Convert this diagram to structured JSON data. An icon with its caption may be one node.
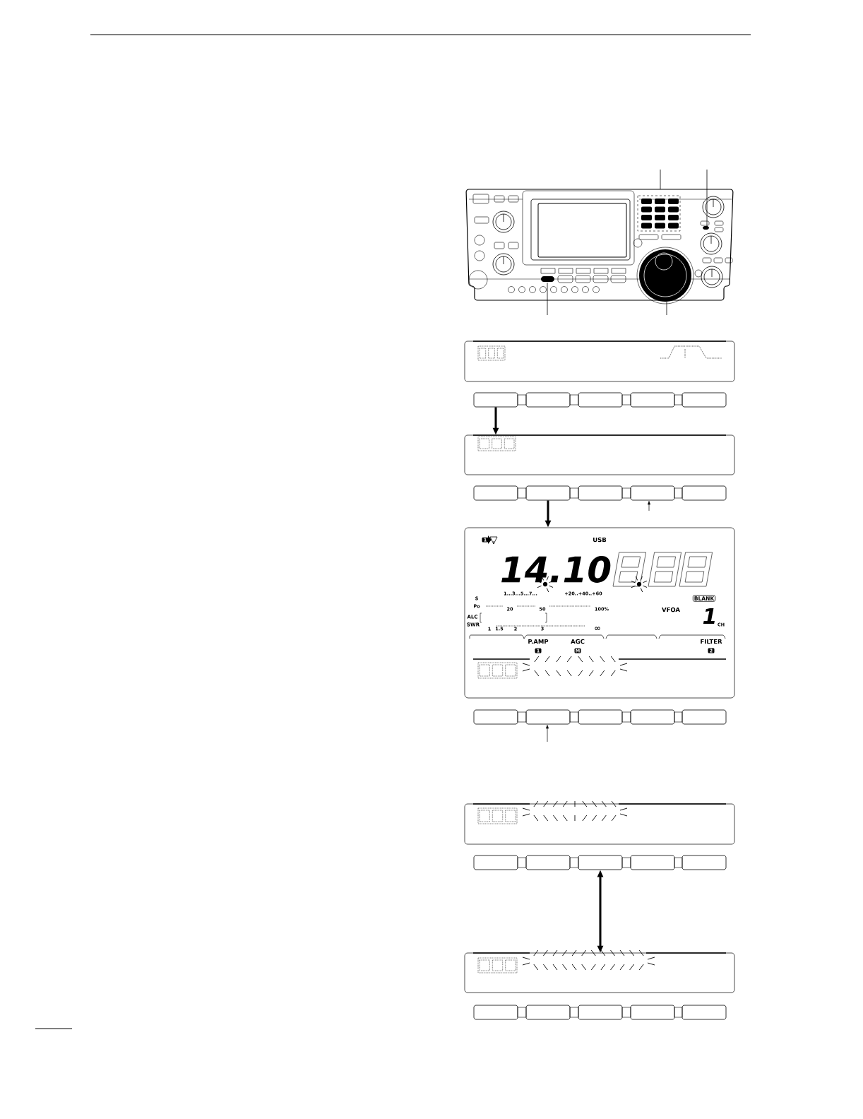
{
  "diagram": {
    "nodes": [
      {
        "text": [],
        "shape": "box"
      },
      {
        "text": [],
        "shape": "box"
      },
      {
        "text": [],
        "shape": "box"
      },
      {
        "text": [],
        "shape": "box"
      },
      {
        "text": [],
        "shape": "box"
      },
      {
        "text": [],
        "shape": "box"
      },
      {
        "text": [],
        "shape": "box"
      },
      {
        "text": [],
        "shape": "box"
      },
      {
        "text": [],
        "shape": "box"
      },
      {
        "text": [],
        "shape": "box"
      },
      {
        "text": [],
        "shape": "box"
      },
      {
        "text": [],
        "shape": "box"
      },
      {
        "text": [
          "1",
          "USB",
          "14.10",
          "1...3...5...7...",
          "+20..+40..+60",
          "S",
          "BLANK",
          "Po",
          "20",
          "50",
          "100%",
          "VFOA",
          "ALC",
          "1",
          "SWR",
          "1",
          "1.5",
          "2",
          "3",
          "∞",
          "CH",
          "P.AMP",
          "AGC",
          "FILTER",
          "1",
          "M",
          "2"
        ]
      },
      {
        "text": [],
        "shape": "box"
      },
      {
        "text": [],
        "shape": "box"
      },
      {
        "text": [],
        "shape": "box"
      },
      {
        "text": [],
        "shape": "box"
      },
      {
        "text": [],
        "shape": "box"
      },
      {
        "text": [],
        "shape": "box"
      },
      {
        "text": [],
        "shape": "box"
      },
      {
        "text": [],
        "shape": "box"
      },
      {
        "text": [],
        "shape": "box"
      },
      {
        "text": [],
        "shape": "box"
      },
      {
        "text": [],
        "shape": "box"
      },
      {
        "text": [],
        "shape": "box"
      },
      {
        "text": [],
        "shape": "box"
      },
      {
        "text": [],
        "shape": "box"
      },
      {
        "text": [],
        "shape": "box"
      },
      {
        "text": [],
        "shape": "box"
      },
      {
        "text": [],
        "shape": "box"
      }
    ],
    "edges": [
      {
        "from": 1,
        "to": 6,
        "arrow": "to"
      },
      {
        "from": 8,
        "to": 12,
        "arrow": "to"
      },
      {
        "from": null,
        "to": 10,
        "arrow": "to"
      },
      {
        "from": null,
        "to": 14,
        "arrow": "to"
      },
      {
        "from": 21,
        "to": 24,
        "arrow": "both"
      }
    ]
  }
}
